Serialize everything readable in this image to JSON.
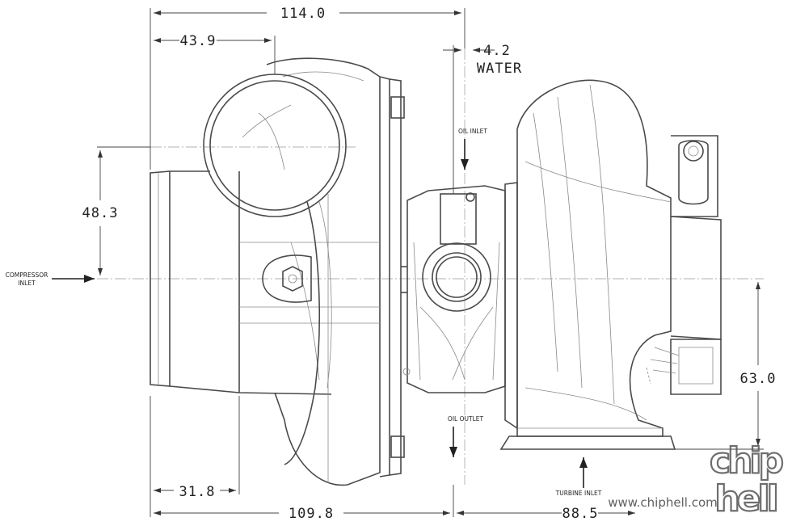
{
  "dimensions": {
    "overall_top": "114.0",
    "compressor_inlet_offset": "43.9",
    "water_offset": "4.2",
    "water_label": "WATER",
    "compressor_height": "48.3",
    "turbine_height": "63.0",
    "compressor_face": "31.8",
    "overall_bottom": "109.8",
    "turbine_offset": "88.5"
  },
  "callouts": {
    "oil_inlet": "OIL INLET",
    "oil_outlet": "OIL OUTLET",
    "compressor_inlet_line1": "COMPRESSOR",
    "compressor_inlet_line2": "INLET",
    "turbine_inlet": "TURBINE INLET"
  },
  "watermark": {
    "url": "www.chiphell.com",
    "logo_line1": "chip",
    "logo_line2": "hell"
  }
}
